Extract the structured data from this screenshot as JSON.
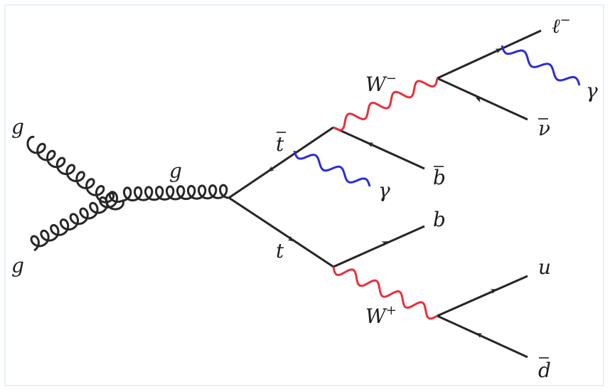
{
  "diagram": {
    "colors": {
      "line": "#262626",
      "w_boson": "#e8303a",
      "photon": "#2c2cd8",
      "frame": "#e4f1f9"
    },
    "labels": {
      "gluon_in_top": "g",
      "gluon_in_bottom": "g",
      "gluon_prop": "g",
      "top_bar": "t",
      "top": "t",
      "photon_top": "γ",
      "photon_lepton": "γ",
      "w_minus_base": "W",
      "w_minus_sup": "−",
      "w_plus_base": "W",
      "w_plus_sup": "+",
      "lepton_base": "ℓ",
      "lepton_sup": "−",
      "nu_bar": "ν",
      "b_bar": "b",
      "b": "b",
      "u": "u",
      "d_bar": "d"
    }
  }
}
